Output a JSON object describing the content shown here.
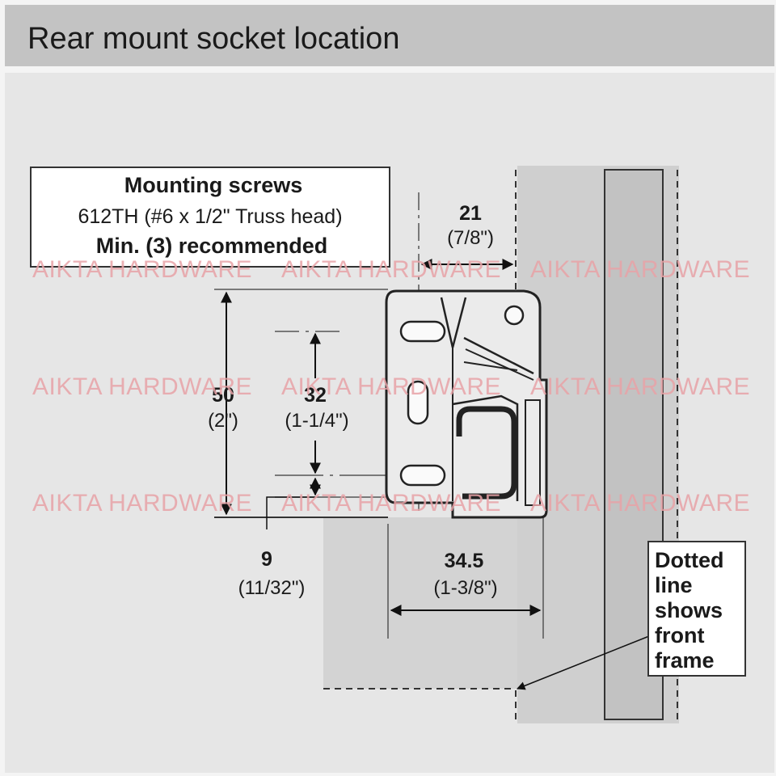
{
  "title": "Rear mount socket location",
  "screws_box": {
    "line1": "Mounting screws",
    "line2": "612TH (#6 x 1/2\" Truss head)",
    "line3": "Min. (3) recommended"
  },
  "dimensions": {
    "d21": {
      "value": "21",
      "imperial": "(7/8\")"
    },
    "d50": {
      "value": "50",
      "imperial": "(2\")"
    },
    "d32": {
      "value": "32",
      "imperial": "(1-1/4\")"
    },
    "d9": {
      "value": "9",
      "imperial": "(11/32\")"
    },
    "d34": {
      "value": "34.5",
      "imperial": "(1-3/8\")"
    }
  },
  "note": {
    "line1": "Dotted",
    "line2": "line",
    "line3": "shows",
    "line4": "front",
    "line5": "frame"
  },
  "watermark": "AIKTA HARDWARE",
  "colors": {
    "background": "#f4f4f4",
    "title_bar": "#c3c3c3",
    "panel": "#d4d4d4",
    "bracket": "#e9e9e9",
    "watermark": "#e8a3a7"
  }
}
